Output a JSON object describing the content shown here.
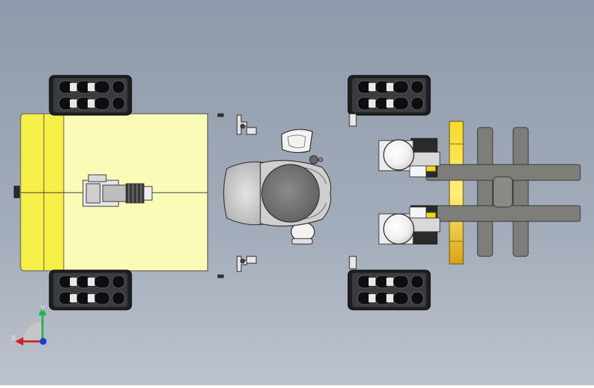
{
  "scene": {
    "view": "top",
    "background_top": "#8e9aab",
    "background_bottom": "#bdc3ce",
    "parts": [
      "front-track-left",
      "front-track-right",
      "cargo-platform",
      "motor-unit",
      "seat",
      "operator-body",
      "pedal-left",
      "pedal-right",
      "rear-track-left",
      "rear-track-right",
      "fork-frame",
      "caster-wheel-left",
      "caster-wheel-right"
    ]
  },
  "colors": {
    "platform_fill": "#fbfbb8",
    "platform_strip": "#f5ef48",
    "track_dark": "#1e1f22",
    "frame_gray": "#7d7e7a",
    "accent_yellow": "#f2d41f",
    "body_gray": "#c9c9c9"
  },
  "triad": {
    "x_label": "X",
    "y_label": "Y",
    "x_color": "#d41f1f",
    "y_color": "#22b14c",
    "z_color": "#1a3fd6"
  }
}
